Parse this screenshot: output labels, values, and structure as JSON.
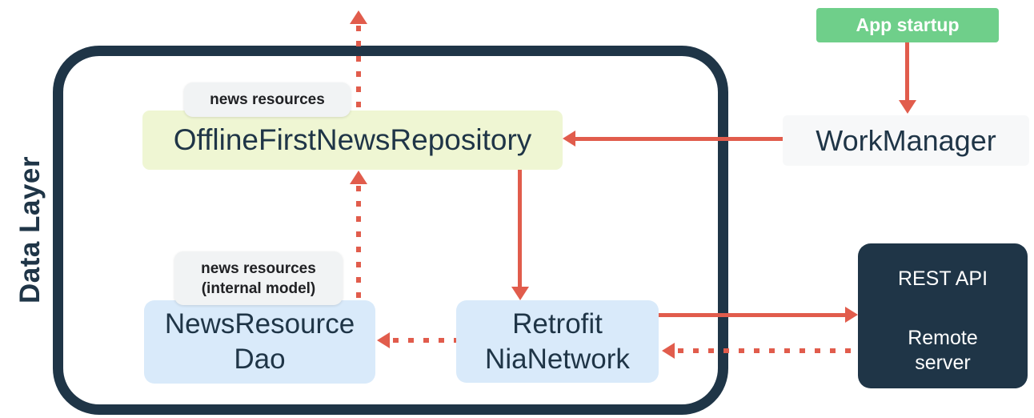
{
  "colors": {
    "navy": "#1f3547",
    "red": "#e15c4c",
    "green": "#6fcf8a",
    "yellow": "#eff6d3",
    "blue": "#d9eafa",
    "gray": "#f1f3f4",
    "light": "#f7f8f9",
    "white": "#ffffff"
  },
  "frame": {
    "label": "Data Layer"
  },
  "nodes": {
    "repository": {
      "label": "OfflineFirstNewsRepository"
    },
    "repository_tag": {
      "label": "news resources"
    },
    "dao": {
      "line1": "NewsResource",
      "line2": "Dao"
    },
    "dao_tag": {
      "line1": "news resources",
      "line2": "(internal model)"
    },
    "retrofit": {
      "line1": "Retrofit",
      "line2": "NiaNetwork"
    },
    "workmanager": {
      "label": "WorkManager"
    },
    "app_startup": {
      "label": "App startup"
    },
    "rest": {
      "title": "REST API",
      "sub_line1": "Remote",
      "sub_line2": "server"
    }
  }
}
